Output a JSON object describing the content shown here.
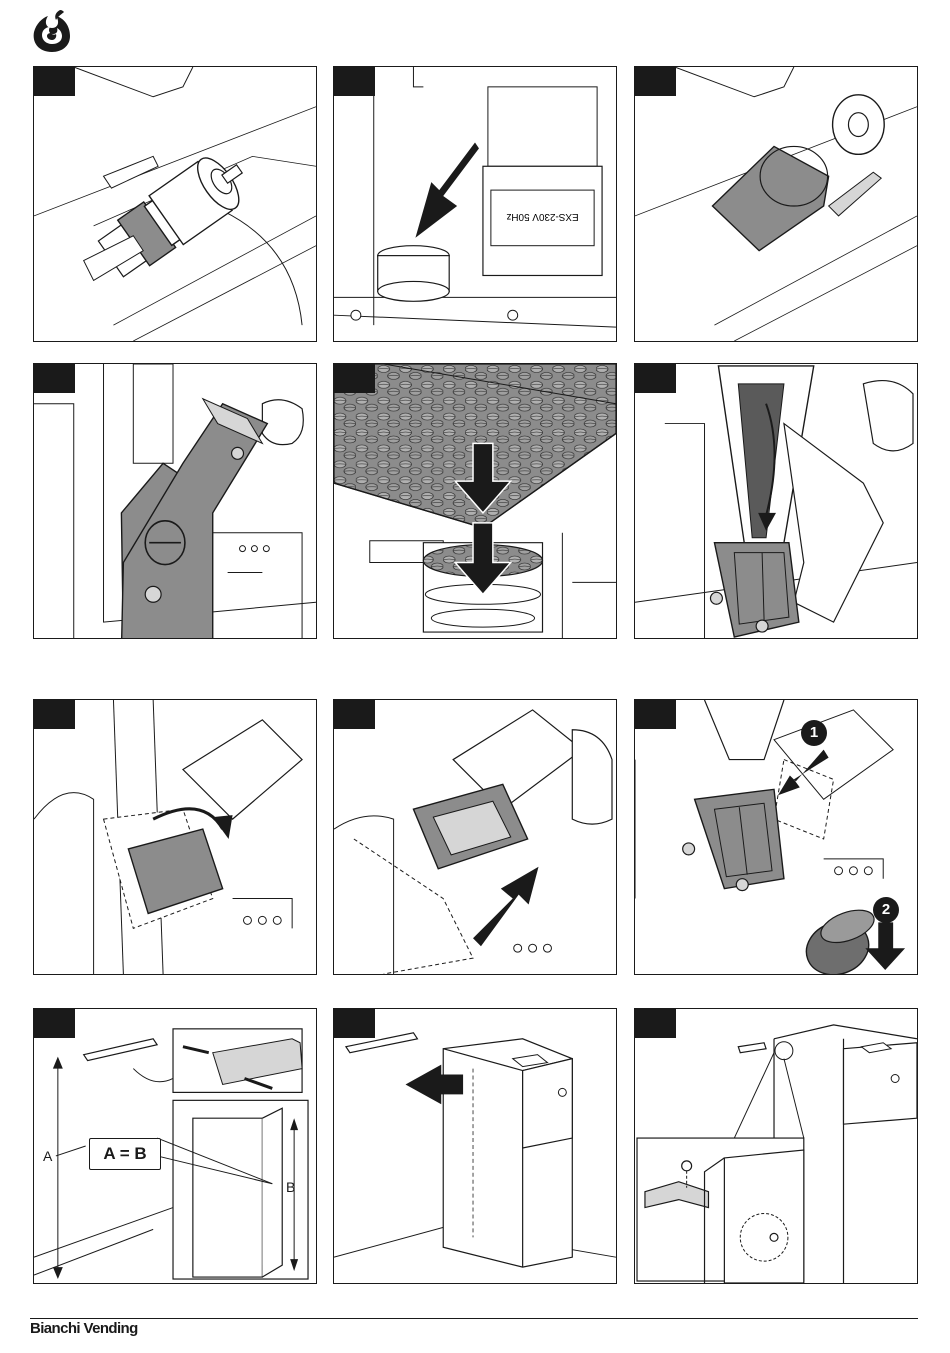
{
  "header": {
    "logo_icon": "flame-spiral-logo-icon"
  },
  "panels": [
    {
      "id": 1,
      "step": "",
      "icon": "grinder-motor-coupling-illustration"
    },
    {
      "id": 2,
      "step": "",
      "icon": "press-down-arrow-illustration",
      "motor_text": "EXS-230V 50Hz"
    },
    {
      "id": 3,
      "step": "",
      "icon": "grinder-cover-illustration"
    },
    {
      "id": 4,
      "step": "",
      "icon": "grinder-adjustment-plate-illustration"
    },
    {
      "id": 5,
      "step": "",
      "icon": "coffee-beans-hopper-down-arrows-illustration"
    },
    {
      "id": 6,
      "step": "",
      "icon": "coffee-chute-illustration"
    },
    {
      "id": 7,
      "step": "",
      "icon": "rotate-doser-illustration"
    },
    {
      "id": 8,
      "step": "",
      "icon": "insert-doser-arrow-illustration"
    },
    {
      "id": 9,
      "step": "",
      "icon": "remove-doser-steps-illustration",
      "badges": [
        "1",
        "2"
      ]
    },
    {
      "id": 10,
      "step": "",
      "icon": "wall-bracket-measure-illustration",
      "labels": {
        "a": "A",
        "b": "B",
        "eq": "A = B"
      }
    },
    {
      "id": 11,
      "step": "",
      "icon": "push-cabinet-to-wall-illustration"
    },
    {
      "id": 12,
      "step": "",
      "icon": "bracket-screw-detail-illustration"
    }
  ],
  "footer": {
    "brand": "Bianchi Vending"
  },
  "colors": {
    "ink": "#1a1a1a",
    "panel_fill": "#8c8c8c",
    "light_fill": "#d6d6d6",
    "paper": "#ffffff"
  }
}
